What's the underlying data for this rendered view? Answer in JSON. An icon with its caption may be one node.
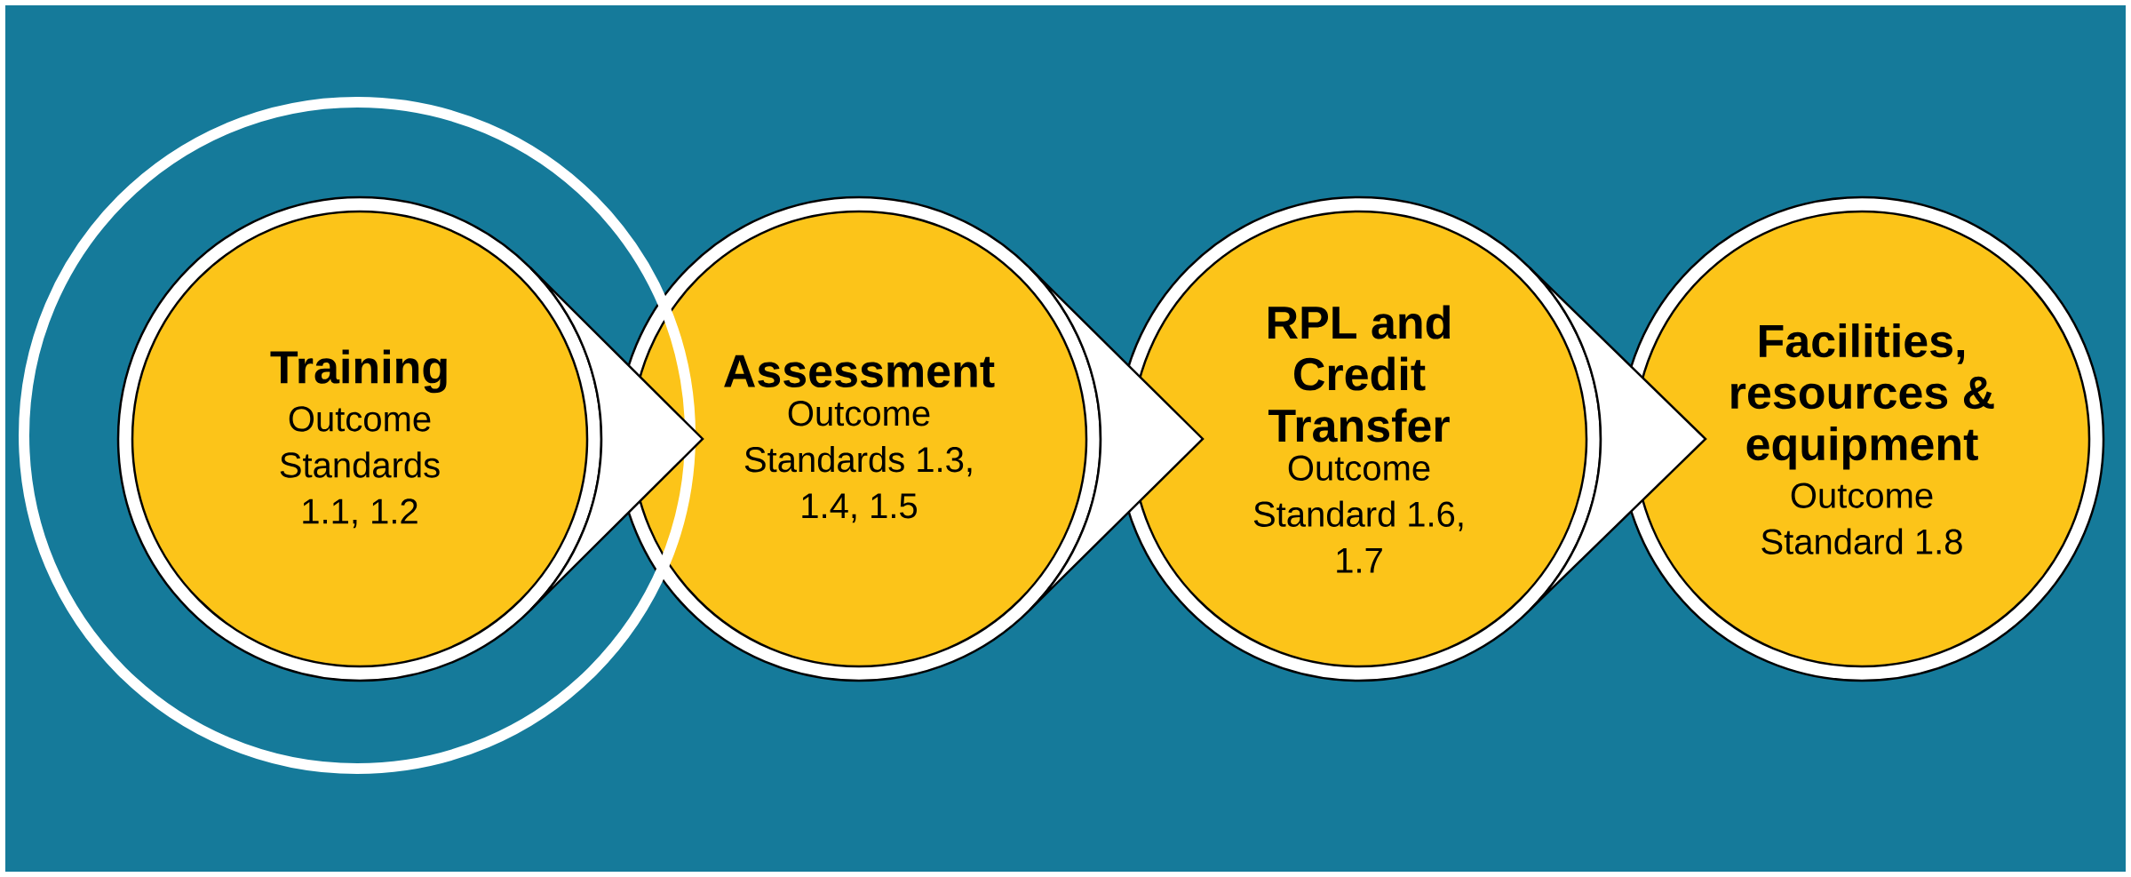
{
  "diagram": {
    "nodes": [
      {
        "text": [
          "Training",
          "Outcome Standards 1.1, 1.2"
        ]
      },
      {
        "text": [
          "Assessment",
          "Outcome Standards 1.3, 1.4, 1.5"
        ]
      },
      {
        "text": [
          "RPL and Credit Transfer",
          "Outcome Standard 1.6, 1.7"
        ]
      },
      {
        "text": [
          "Facilities, resources & equipment",
          "Outcome Standard 1.8"
        ]
      }
    ],
    "edges": [
      {
        "from": 0,
        "to": 1,
        "arrow": "to"
      },
      {
        "from": 1,
        "to": 2,
        "arrow": "to"
      },
      {
        "from": 2,
        "to": 3,
        "arrow": "to"
      }
    ]
  }
}
